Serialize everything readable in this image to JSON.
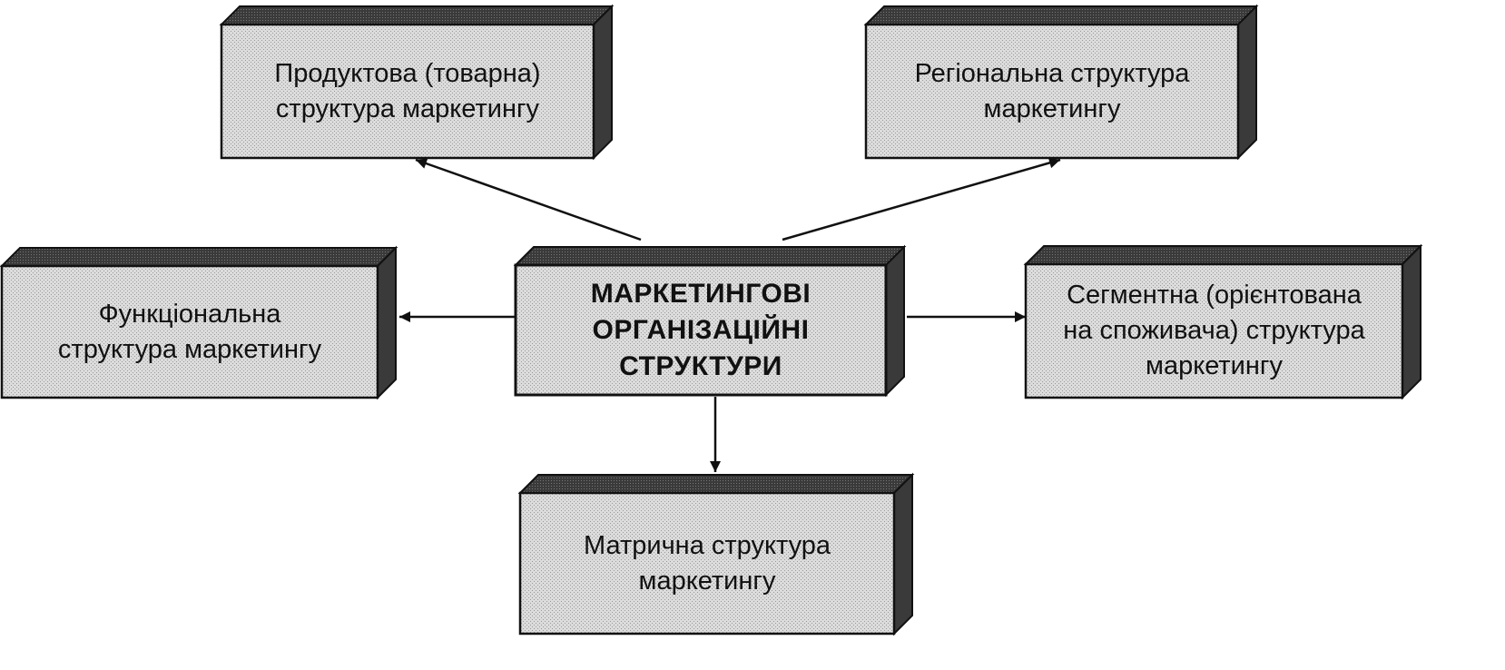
{
  "diagram": {
    "center": {
      "id": "center",
      "label": "МАРКЕТИНГОВІ\nОРГАНІЗАЦІЙНІ\nСТРУКТУРИ"
    },
    "nodes": [
      {
        "id": "product",
        "label": "Продуктова (товарна)\nструктура маркетингу"
      },
      {
        "id": "regional",
        "label": "Регіональна структура\nмаркетингу"
      },
      {
        "id": "functional",
        "label": "Функціональна\nструктура маркетингу"
      },
      {
        "id": "segment",
        "label": "Сегментна (орієнтована\nна споживача) структура\nмаркетингу"
      },
      {
        "id": "matrix",
        "label": "Матрична структура\nмаркетингу"
      }
    ],
    "edges": [
      {
        "from": "center",
        "to": "product"
      },
      {
        "from": "center",
        "to": "regional"
      },
      {
        "from": "center",
        "to": "functional"
      },
      {
        "from": "center",
        "to": "segment"
      },
      {
        "from": "center",
        "to": "matrix"
      }
    ],
    "colors": {
      "face": "#d4d4d4",
      "depth": "#3a3a3a",
      "edge": "#111111"
    }
  }
}
